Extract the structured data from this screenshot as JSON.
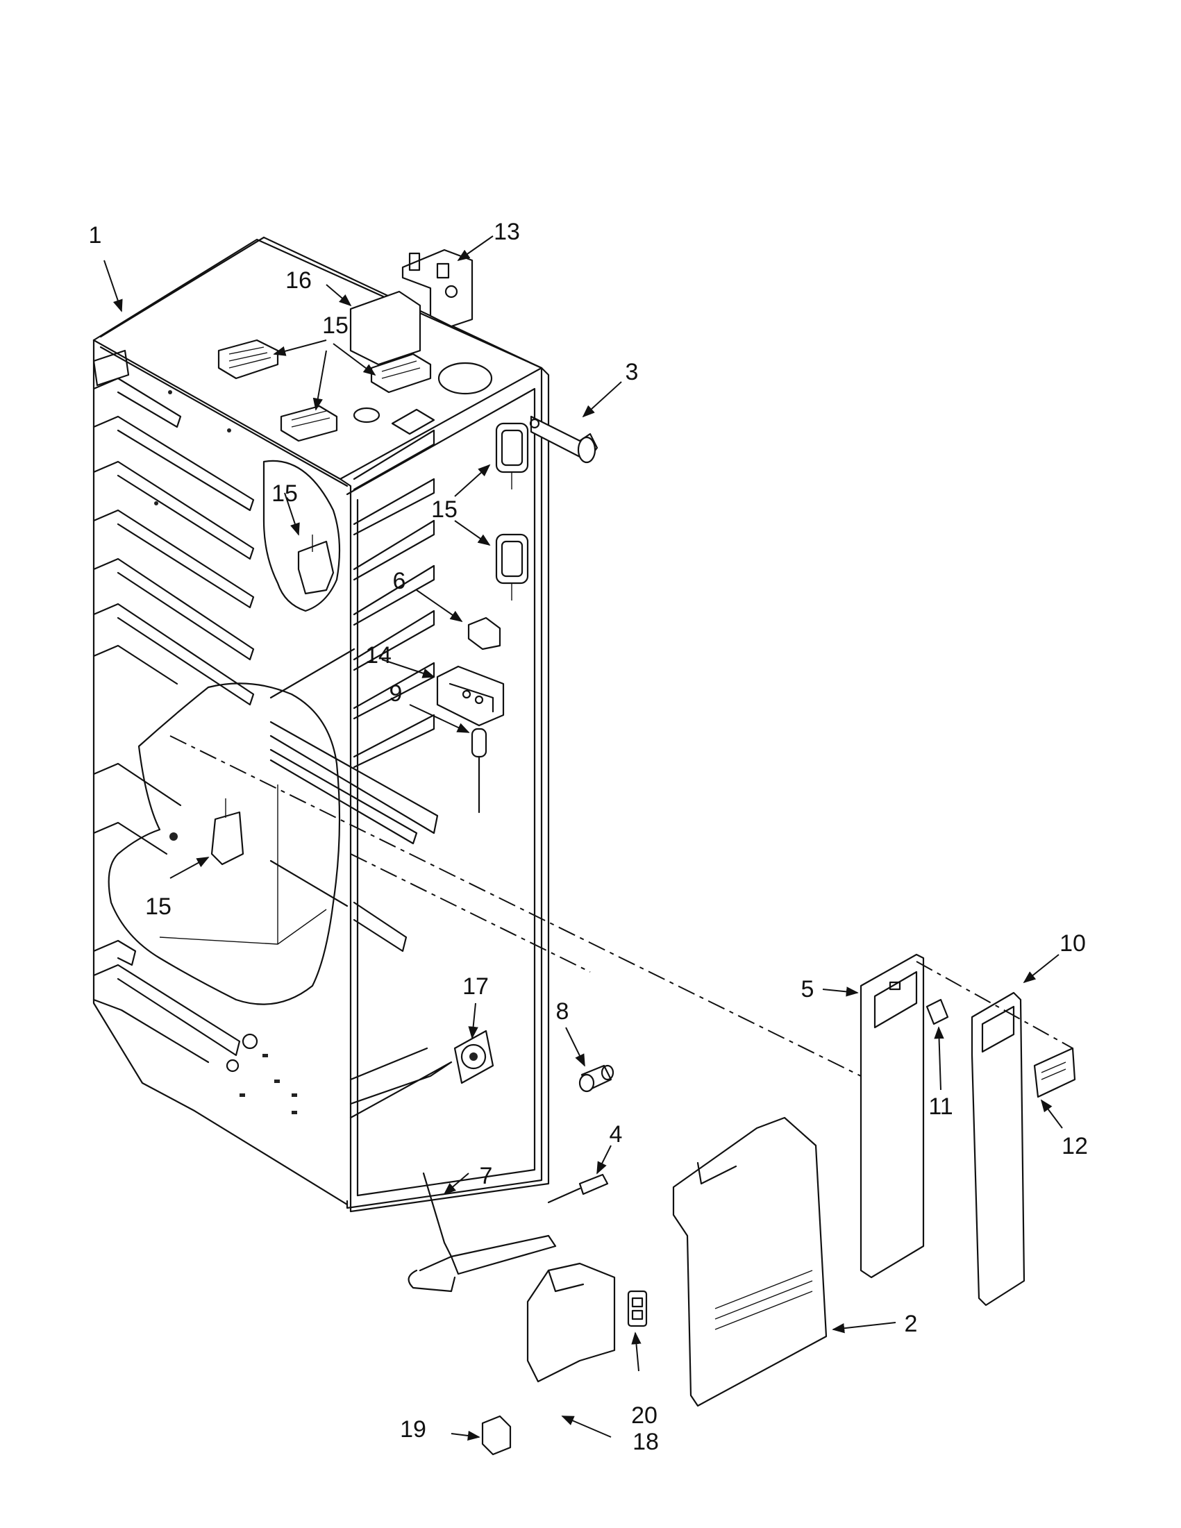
{
  "diagram": {
    "callouts": {
      "c1": "1",
      "c2": "2",
      "c3": "3",
      "c4": "4",
      "c5": "5",
      "c6": "6",
      "c7": "7",
      "c8": "8",
      "c9": "9",
      "c10": "10",
      "c11": "11",
      "c12": "12",
      "c13": "13",
      "c14": "14",
      "c15a": "15",
      "c15b": "15",
      "c15c": "15",
      "c15d": "15",
      "c16": "16",
      "c17": "17",
      "c18": "18",
      "c19": "19",
      "c20": "20"
    }
  }
}
